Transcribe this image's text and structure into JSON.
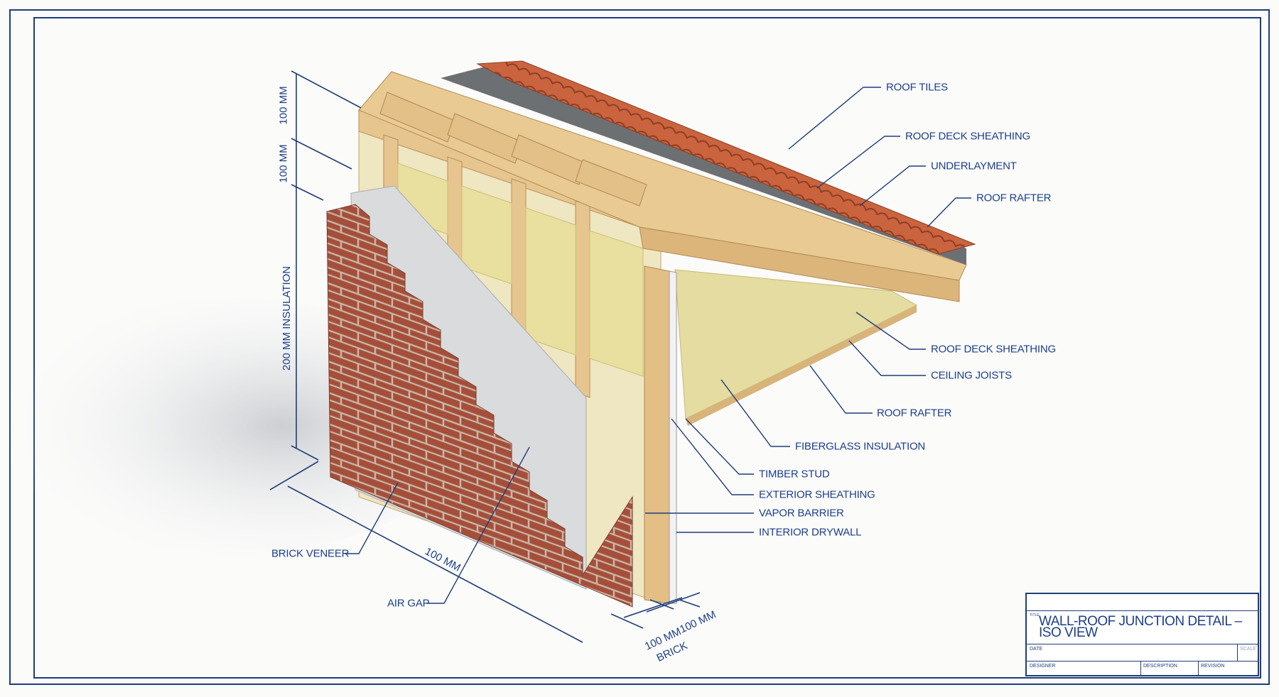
{
  "labels": {
    "roof_tiles": "ROOF TILES",
    "roof_deck_sheathing_top": "ROOF DECK SHEATHING",
    "underlayment": "UNDERLAYMENT",
    "roof_rafter_top": "ROOF RAFTER",
    "roof_deck_sheathing_lower": "ROOF DECK SHEATHING",
    "ceiling_joists": "CEILING JOISTS",
    "roof_rafter_lower": "ROOF RAFTER",
    "fiberglass_insulation": "FIBERGLASS INSULATION",
    "timber_stud": "TIMBER STUD",
    "exterior_sheathing": "EXTERIOR SHEATHING",
    "vapor_barrier": "VAPOR BARRIER",
    "interior_drywall": "INTERIOR DRYWALL",
    "brick_veneer": "BRICK VENEER",
    "air_gap": "AIR GAP"
  },
  "dimensions": {
    "top_1": "100 MM",
    "top_2": "100 MM",
    "insulation": "200 MM INSULATION",
    "wall_length": "100 MM",
    "brick_1": "100 MM",
    "brick_2": "100 MM",
    "brick_label": "BRICK"
  },
  "title_block": {
    "title_caption": "TITLE",
    "title": "WALL-ROOF JUNCTION DETAIL –",
    "title_line2": "ISO VIEW",
    "date": "DATE",
    "scale": "SCALE",
    "designer": "DESIGNER",
    "description": "DESCRIPTION",
    "revision": "REVISION"
  },
  "colors": {
    "annotation": "#1c3f8a",
    "brick": "#a4503a",
    "tile": "#c8623e",
    "timber": "#e6c58e",
    "insulation": "#e4dca0",
    "sheathing": "#d8dadb"
  }
}
